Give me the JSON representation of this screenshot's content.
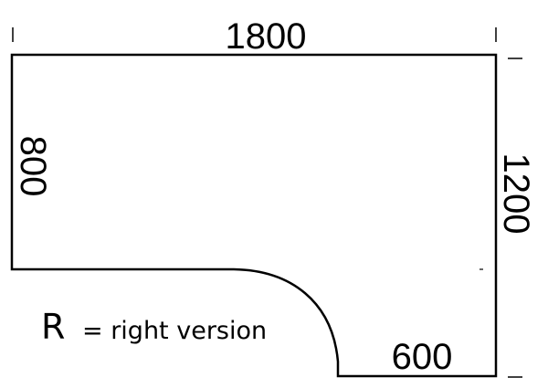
{
  "dimensions": {
    "top_width": "1800",
    "left_depth": "800",
    "right_depth": "1200",
    "bottom_width": "600"
  },
  "legend": {
    "letter": "R",
    "text": "= right version"
  }
}
